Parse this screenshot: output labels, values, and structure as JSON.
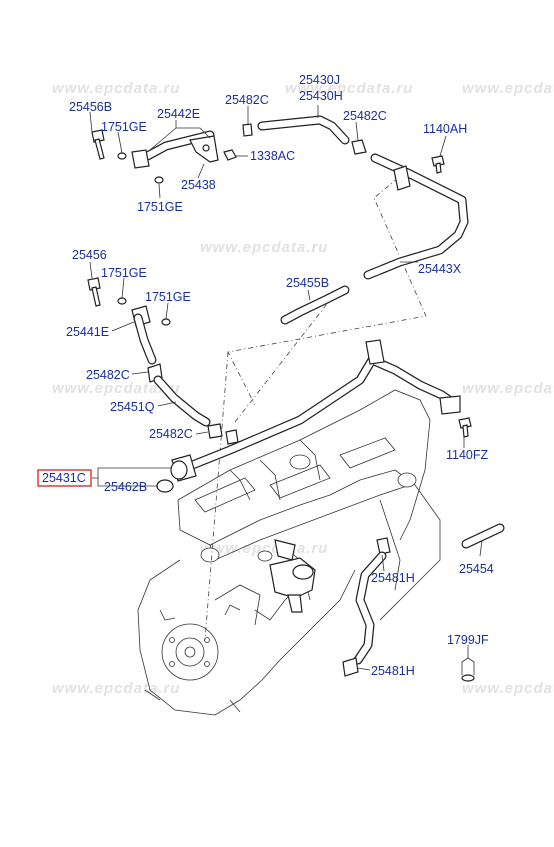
{
  "watermark": "www.epcdata.ru",
  "colors": {
    "label": "#1a2f9c",
    "highlight": "#d9332b",
    "watermark": "#e2e2e2"
  },
  "callouts": {
    "c25456B": "25456B",
    "c1751GE_a": "1751GE",
    "c25442E": "25442E",
    "c25482C_a": "25482C",
    "c25430J": "25430J",
    "c25430H": "25430H",
    "c25482C_b": "25482C",
    "c1140AH": "1140AH",
    "c1338AC": "1338AC",
    "c25438": "25438",
    "c1751GE_b": "1751GE",
    "c25456": "25456",
    "c1751GE_c": "1751GE",
    "c1751GE_d": "1751GE",
    "c25455B": "25455B",
    "c25443X": "25443X",
    "c25441E": "25441E",
    "c25482C_c": "25482C",
    "c25451Q": "25451Q",
    "c25482C_d": "25482C",
    "c1140FZ": "1140FZ",
    "c25431C": "25431C",
    "c25462B": "25462B",
    "c25481H_a": "25481H",
    "c25454": "25454",
    "c1799JF": "1799JF",
    "c25481H_b": "25481H"
  }
}
